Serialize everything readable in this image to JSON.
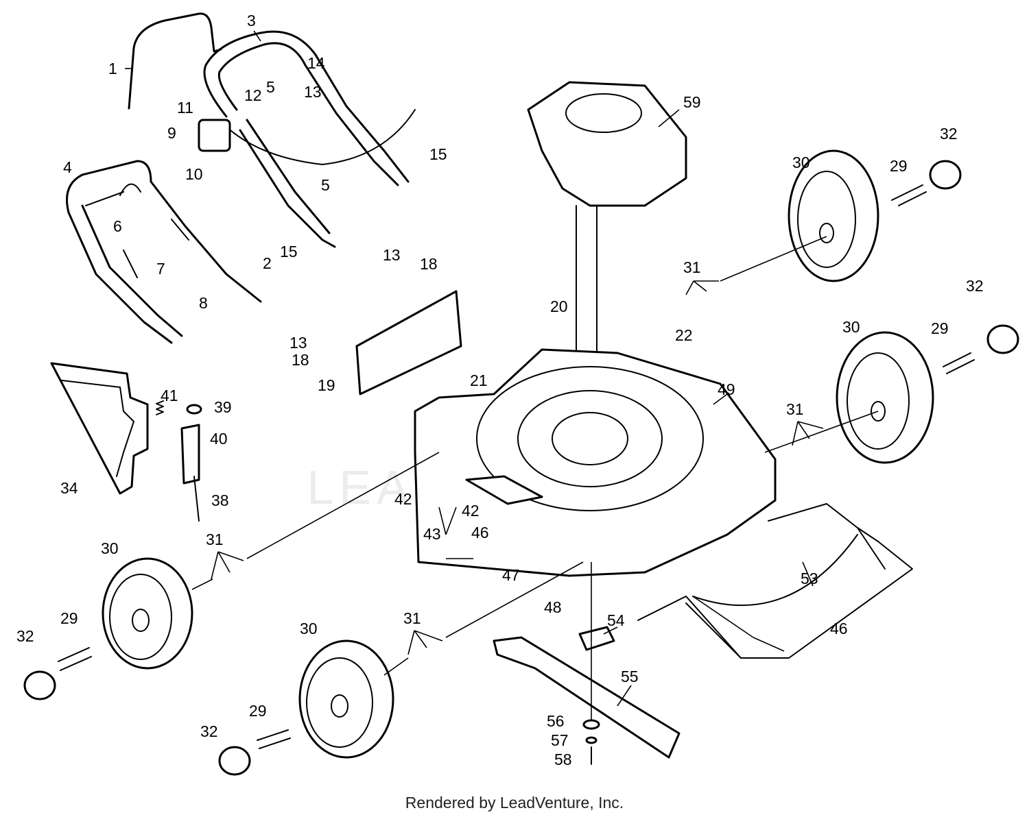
{
  "watermark": "LEADVENTURE",
  "footer": "Rendered by LeadVenture, Inc.",
  "parts": [
    {
      "id": "p1",
      "label": "1"
    },
    {
      "id": "p2",
      "label": "2"
    },
    {
      "id": "p3",
      "label": "3"
    },
    {
      "id": "p4",
      "label": "4"
    },
    {
      "id": "p5a",
      "label": "5"
    },
    {
      "id": "p5b",
      "label": "5"
    },
    {
      "id": "p6",
      "label": "6"
    },
    {
      "id": "p7",
      "label": "7"
    },
    {
      "id": "p8",
      "label": "8"
    },
    {
      "id": "p9",
      "label": "9"
    },
    {
      "id": "p10",
      "label": "10"
    },
    {
      "id": "p11",
      "label": "11"
    },
    {
      "id": "p12",
      "label": "12"
    },
    {
      "id": "p13a",
      "label": "13"
    },
    {
      "id": "p13b",
      "label": "13"
    },
    {
      "id": "p13c",
      "label": "13"
    },
    {
      "id": "p14",
      "label": "14"
    },
    {
      "id": "p15a",
      "label": "15"
    },
    {
      "id": "p15b",
      "label": "15"
    },
    {
      "id": "p18a",
      "label": "18"
    },
    {
      "id": "p18b",
      "label": "18"
    },
    {
      "id": "p19",
      "label": "19"
    },
    {
      "id": "p20",
      "label": "20"
    },
    {
      "id": "p21",
      "label": "21"
    },
    {
      "id": "p22",
      "label": "22"
    },
    {
      "id": "p29a",
      "label": "29"
    },
    {
      "id": "p29b",
      "label": "29"
    },
    {
      "id": "p29c",
      "label": "29"
    },
    {
      "id": "p29d",
      "label": "29"
    },
    {
      "id": "p30a",
      "label": "30"
    },
    {
      "id": "p30b",
      "label": "30"
    },
    {
      "id": "p30c",
      "label": "30"
    },
    {
      "id": "p30d",
      "label": "30"
    },
    {
      "id": "p31a",
      "label": "31"
    },
    {
      "id": "p31b",
      "label": "31"
    },
    {
      "id": "p31c",
      "label": "31"
    },
    {
      "id": "p31d",
      "label": "31"
    },
    {
      "id": "p32a",
      "label": "32"
    },
    {
      "id": "p32b",
      "label": "32"
    },
    {
      "id": "p32c",
      "label": "32"
    },
    {
      "id": "p32d",
      "label": "32"
    },
    {
      "id": "p34",
      "label": "34"
    },
    {
      "id": "p38",
      "label": "38"
    },
    {
      "id": "p39",
      "label": "39"
    },
    {
      "id": "p40",
      "label": "40"
    },
    {
      "id": "p41",
      "label": "41"
    },
    {
      "id": "p42a",
      "label": "42"
    },
    {
      "id": "p42b",
      "label": "42"
    },
    {
      "id": "p43",
      "label": "43"
    },
    {
      "id": "p46a",
      "label": "46"
    },
    {
      "id": "p46b",
      "label": "46"
    },
    {
      "id": "p47",
      "label": "47"
    },
    {
      "id": "p48",
      "label": "48"
    },
    {
      "id": "p49",
      "label": "49"
    },
    {
      "id": "p53",
      "label": "53"
    },
    {
      "id": "p54",
      "label": "54"
    },
    {
      "id": "p55",
      "label": "55"
    },
    {
      "id": "p56",
      "label": "56"
    },
    {
      "id": "p57",
      "label": "57"
    },
    {
      "id": "p58",
      "label": "58"
    },
    {
      "id": "p59",
      "label": "59"
    }
  ]
}
